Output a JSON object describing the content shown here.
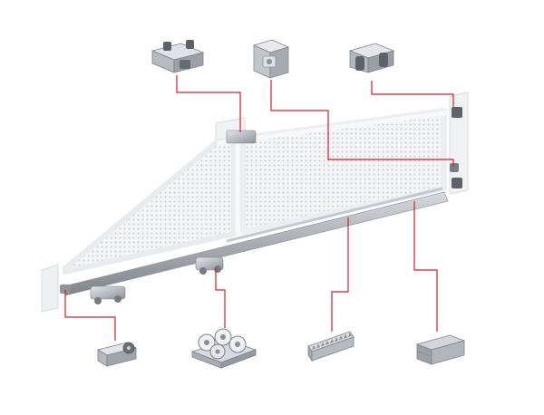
{
  "colors": {
    "background": "#ffffff",
    "leader_line": "#d0202a",
    "gate_frame": "#f3f4f6",
    "gate_mesh": "#e4e6ea",
    "rail_metal": "#a9adb3",
    "component_metal": "#9ea3aa"
  },
  "components": [
    {
      "id": "top-roller-guide-double",
      "icon": "double-roller-guide-icon"
    },
    {
      "id": "top-roller-guide-square",
      "icon": "square-guide-bracket-icon"
    },
    {
      "id": "gate-catcher-upper",
      "icon": "upper-catcher-icon"
    },
    {
      "id": "end-roller",
      "icon": "end-roller-icon"
    },
    {
      "id": "roller-carriage",
      "icon": "roller-carriage-icon"
    },
    {
      "id": "gear-rack",
      "icon": "gear-rack-icon"
    },
    {
      "id": "track-profile",
      "icon": "track-profile-icon"
    }
  ]
}
